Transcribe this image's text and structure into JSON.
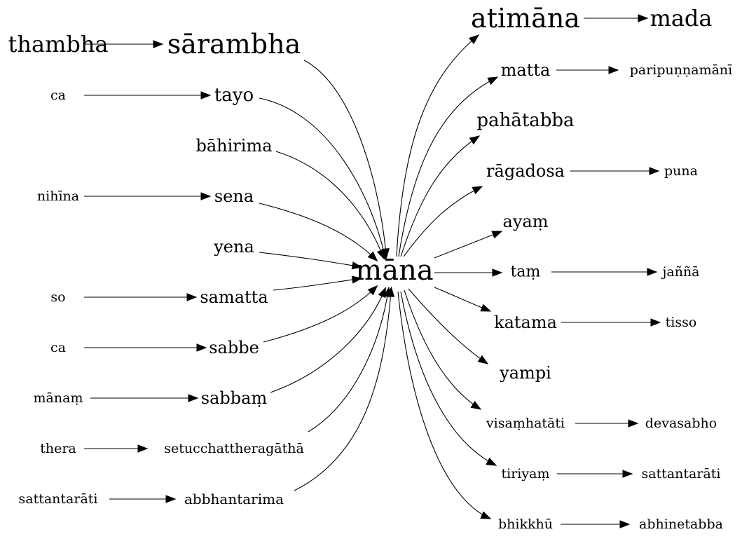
{
  "center": "māna",
  "incoming": [
    {
      "source": "thambha",
      "target": "sārambha"
    },
    {
      "source": "ca",
      "target": "tayo"
    },
    {
      "source": "",
      "target": "bāhirima"
    },
    {
      "source": "nihīna",
      "target": "sena"
    },
    {
      "source": "",
      "target": "yena"
    },
    {
      "source": "so",
      "target": "samatta"
    },
    {
      "source": "ca",
      "target": "sabbe"
    },
    {
      "source": "mānaṃ",
      "target": "sabbaṃ"
    },
    {
      "source": "thera",
      "target": "setucchattheragāthā"
    },
    {
      "source": "sattantarāti",
      "target": "abbhantarima"
    }
  ],
  "outgoing": [
    {
      "node": "atimāna",
      "next": "mada"
    },
    {
      "node": "matta",
      "next": "paripuṇṇamānī"
    },
    {
      "node": "pahātabba",
      "next": ""
    },
    {
      "node": "rāgadosa",
      "next": "puna"
    },
    {
      "node": "ayaṃ",
      "next": ""
    },
    {
      "node": "taṃ",
      "next": "jaññā"
    },
    {
      "node": "katama",
      "next": "tisso"
    },
    {
      "node": "yampi",
      "next": ""
    },
    {
      "node": "visaṃhatāti",
      "next": "devasabho"
    },
    {
      "node": "tiriyaṃ",
      "next": "sattantarāti"
    },
    {
      "node": "bhikkhū",
      "next": "abhinetabba"
    }
  ]
}
